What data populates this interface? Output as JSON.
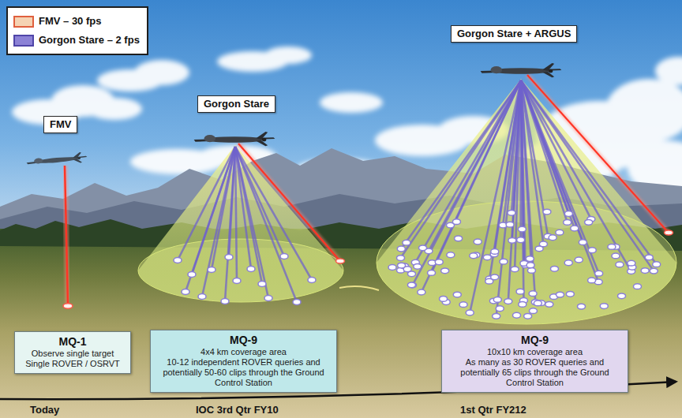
{
  "diagram": {
    "nodes": [
      {
        "text": [
          "FMV"
        ]
      },
      {
        "text": [
          "Gorgon Stare"
        ]
      },
      {
        "text": [
          "Gorgon Stare + ARGUS"
        ]
      },
      {
        "text": [
          "MQ-1",
          "Observe single target",
          "Single ROVER / OSRVT"
        ]
      },
      {
        "text": [
          "MQ-9",
          "4x4 km coverage area",
          "10-12 independent ROVER queries and potentially 50-60 clips through the Ground Control Station"
        ]
      },
      {
        "text": [
          "MQ-9",
          "10x10 km coverage area",
          "As many as 30 ROVER queries and potentially 65 clips through the Ground Control Station"
        ]
      }
    ],
    "labels": [
      "Today",
      "IOC 3rd Qtr FY10",
      "1st Qtr FY212"
    ],
    "legend": [
      {
        "text": "FMV – 30 fps",
        "color": "#f5d3b3"
      },
      {
        "text": "Gorgon Stare – 2 fps",
        "color": "#8c82d6"
      }
    ]
  }
}
